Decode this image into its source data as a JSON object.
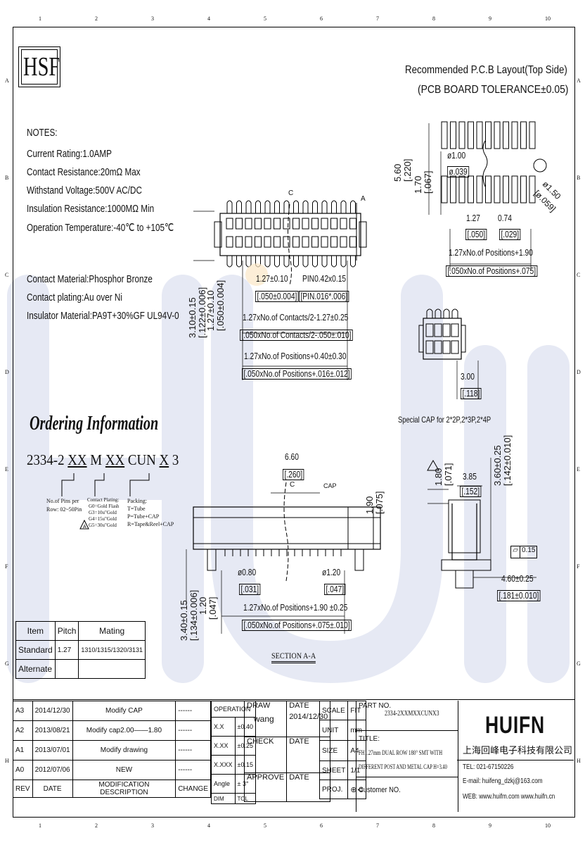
{
  "zones_top": [
    "1",
    "2",
    "3",
    "4",
    "5",
    "6",
    "7",
    "8",
    "9",
    "10"
  ],
  "zones_side": [
    "A",
    "B",
    "C",
    "D",
    "E",
    "F",
    "G",
    "H"
  ],
  "logo_text": "HSF",
  "pcb_layout": {
    "title_line1": "Recommended P.C.B Layout(Top Side)",
    "title_line2": "(PCB BOARD TOLERANCE±0.05)",
    "d560": "5.60",
    "d220": "[.220]",
    "d170": "1.70",
    "d067": "[.067]",
    "dia100": "ø1.00",
    "dia039": "ø.039",
    "dia150": "ø1.50",
    "dia059": "[ø.059]",
    "p127": "1.27",
    "p050": "[.050]",
    "p074": "0.74",
    "p029": "[.029]",
    "len1": "1.27xNo.of Positions+1.90",
    "len2": "[.050xNo.of Positions+.075]"
  },
  "notes": {
    "header": "NOTES:",
    "lines": [
      "Current Rating:1.0AMP",
      "Contact Resistance:20mΩ Max",
      "Withstand Voltage:500V AC/DC",
      "Insulation Resistance:1000MΩ Min",
      "Operation Temperature:-40℃ to +105℃"
    ],
    "materials": [
      "Contact Material:Phosphor Bronze",
      "Contact plating:Au over Ni",
      "Insulator Material:PA9T+30%GF UL94V-0"
    ]
  },
  "top_view": {
    "c_label": "C",
    "a_label": "A",
    "v1": "3.10±0.15",
    "v2": "[.122±0.006]",
    "v3": "1.27±0.10",
    "v4": "[.050±0.004]",
    "pitch": "1.27±0.10",
    "pitch_in": "[.050±0.004]",
    "pin": "PIN0.42x0.15",
    "pin_in": "[PIN.016*.006]",
    "row1": "1.27xNo.of Contacts/2-1.27±0.25",
    "row1_in": "[.050xNo.of Contacts/2-.050±.010]",
    "row2": "1.27xNo.of Positions+0.40±0.30",
    "row2_in": "[.050xNo.of Positions+.016±.012]"
  },
  "cap_view": {
    "d300": "3.00",
    "d118": "[.118]",
    "special": "Special CAP for 2*2P,2*3P,2*4P",
    "d180": "1.80",
    "d071": "[.071]",
    "d360": "3.60±0.25",
    "d142": "[.142±0.010]",
    "d385": "3.85",
    "d152": "[.152]",
    "flat": "0.15",
    "d460": "4.60±0.25",
    "d181": "[.181±0.010]"
  },
  "ordering": {
    "title": "Ordering Information",
    "code_parts": [
      "2334-2",
      "XX",
      "M",
      "XX",
      "CUN",
      "X",
      "3"
    ],
    "pins_label1": "No.of Pins per",
    "pins_label2": "Row: 02~50Pin",
    "plating_title": "Contact Plating:",
    "plating_opts": [
      "G0=Gold Flash",
      "G3=10u\"Gold",
      "G4=15u\"Gold",
      "G5=30u\"Gold"
    ],
    "packing_title": "Packing:",
    "packing_opts": [
      "T=Tube",
      "P=Tube+CAP",
      "R=Tape&Reel+CAP"
    ]
  },
  "section": {
    "d660": "6.60",
    "d260": "[.260]",
    "c_label": "C",
    "cap": "CAP",
    "d190": "1.90",
    "d075": "[.075]",
    "d340": "3.40±0.15",
    "d134": "[.134±0.006]",
    "d120": "1.20",
    "d047": "[.047]",
    "dia080": "ø0.80",
    "d031": "[.031]",
    "dia120": "ø1.20",
    "d047b": "[.047]",
    "len1": "1.27xNo.of Positions+1.90 ±0.25",
    "len2": "[.050xNo.of Positions+.075±.010]",
    "title": "SECTION A-A"
  },
  "mating": {
    "headers": [
      "Item",
      "Pitch",
      "Mating"
    ],
    "row1": [
      "Standard",
      "1.27",
      "1310/1315/1320/3131"
    ],
    "row2": [
      "Alternate",
      "",
      ""
    ]
  },
  "revisions": [
    {
      "rev": "A3",
      "date": "2014/12/30",
      "desc": "Modify CAP",
      "change": "------"
    },
    {
      "rev": "A2",
      "date": "2013/08/21",
      "desc": "Modify cap2.00——1.80",
      "change": "------"
    },
    {
      "rev": "A1",
      "date": "2013/07/01",
      "desc": "Modify drawing",
      "change": "------"
    },
    {
      "rev": "A0",
      "date": "2012/07/06",
      "desc": "NEW",
      "change": "------"
    }
  ],
  "rev_headers": {
    "rev": "REV",
    "date": "DATE",
    "desc": "MODIFICATION DESCRIPTION",
    "change": "CHANGE"
  },
  "tolerances": {
    "operation": "OPERATION",
    "rows": [
      [
        "X.X",
        "±0.40"
      ],
      [
        "X.XX",
        "±0.25"
      ],
      [
        "X.XXX",
        "±0.15"
      ],
      [
        "Angle",
        "± 3°"
      ]
    ],
    "dim": "DIM",
    "tol": "TOL"
  },
  "signoff": {
    "draw": "DRAW",
    "drawer": "wang",
    "date": "DATE",
    "draw_date": "2014/12/30",
    "check": "CHECK",
    "approve": "APPROVE",
    "scale": "SCALE",
    "fit": "FIT",
    "unit": "UNIT",
    "mm": "mm",
    "size": "SIZE",
    "a4": "A4",
    "sheet": "SHEET",
    "sheet_v": "1/1",
    "proj": "PROJ."
  },
  "part": {
    "label": "PART NO.",
    "value": "2334-2XXMXXCUNX3",
    "title_label": "TITLE:",
    "title1": "FH1.27mm DUAL ROW 180° SMT WITH",
    "title2": "DIFFERENT POST AND METAL CAP H=3.40",
    "customer": "Customer NO."
  },
  "company": {
    "logo": "HUIFN",
    "name": "上海回峰电子科技有限公司",
    "tel": "TEL: 021-67150226",
    "email": "E-mail: huifeng_dzkj@163.com",
    "web": "WEB: www.huifm.com  www.huifn.cn"
  }
}
